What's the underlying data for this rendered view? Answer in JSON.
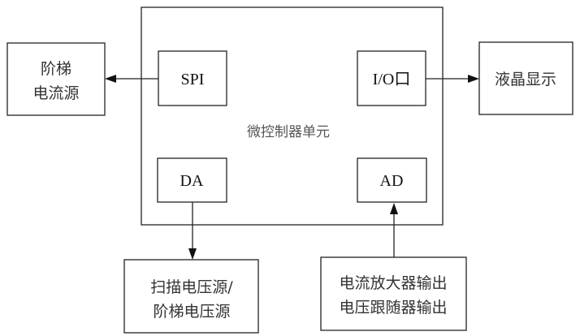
{
  "diagram": {
    "main_unit": {
      "label": "微控制器单元"
    },
    "blocks": {
      "spi": {
        "label": "SPI"
      },
      "io": {
        "label": "I/O口"
      },
      "da": {
        "label": "DA"
      },
      "ad": {
        "label": "AD"
      },
      "step_current": {
        "lines": [
          "阶梯",
          "电流源"
        ]
      },
      "lcd": {
        "label": "液晶显示"
      },
      "scan_voltage": {
        "lines": [
          "扫描电压源/",
          "阶梯电压源"
        ]
      },
      "amp_output": {
        "lines": [
          "电流放大器输出",
          "电压跟随器输出"
        ]
      }
    },
    "connections": [
      {
        "from": "SPI",
        "to": "阶梯电流源"
      },
      {
        "from": "I/O口",
        "to": "液晶显示"
      },
      {
        "from": "DA",
        "to": "扫描电压源/阶梯电压源"
      },
      {
        "from": "电流放大器输出/电压跟随器输出",
        "to": "AD"
      }
    ]
  }
}
